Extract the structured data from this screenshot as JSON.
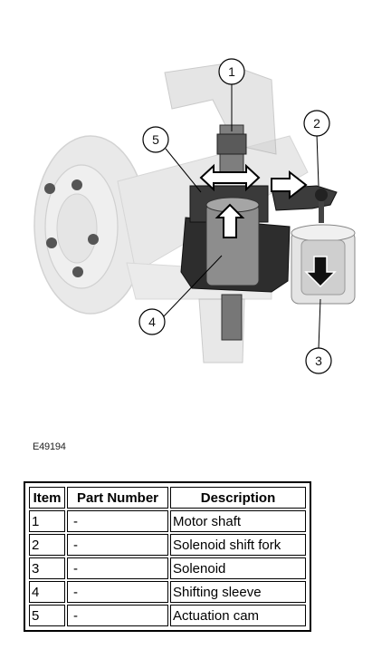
{
  "figure": {
    "code": "E49194",
    "callouts": [
      "1",
      "2",
      "3",
      "4",
      "5"
    ]
  },
  "parts_table": {
    "headers": [
      "Item",
      "Part Number",
      "Description"
    ],
    "rows": [
      {
        "item": "1",
        "part_number": "-",
        "description": "Motor shaft"
      },
      {
        "item": "2",
        "part_number": "-",
        "description": "Solenoid shift fork"
      },
      {
        "item": "3",
        "part_number": "-",
        "description": "Solenoid"
      },
      {
        "item": "4",
        "part_number": "-",
        "description": "Shifting sleeve"
      },
      {
        "item": "5",
        "part_number": "-",
        "description": "Actuation cam"
      }
    ]
  }
}
